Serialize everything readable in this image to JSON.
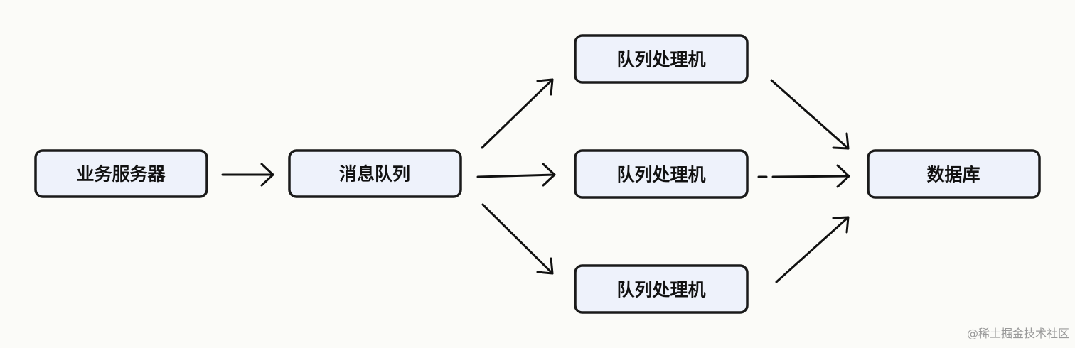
{
  "diagram": {
    "nodes": {
      "business_server": "业务服务器",
      "message_queue": "消息队列",
      "processor_top": "队列处理机",
      "processor_middle": "队列处理机",
      "processor_bottom": "队列处理机",
      "database": "数据库"
    },
    "colors": {
      "node_fill": "#eef2fb",
      "stroke": "#1a1a1a",
      "background": "#fbfbf8"
    }
  },
  "watermark": "@稀土掘金技术社区"
}
